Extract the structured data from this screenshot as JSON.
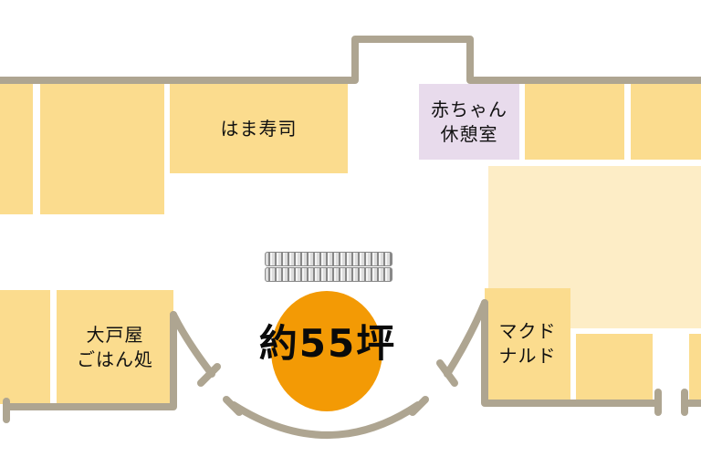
{
  "floor_map": {
    "colors": {
      "shop": "#fbdc8e",
      "shop_light": "#fdedc6",
      "facility": "#e8dbec",
      "wall": "#aea591",
      "highlight_area": "#f39a05"
    },
    "rooms": [
      {
        "id": "shop-far-left-top",
        "label": ""
      },
      {
        "id": "shop-left-top",
        "label": ""
      },
      {
        "id": "hama-sushi",
        "label": "はま寿司"
      },
      {
        "id": "baby-room",
        "label": "赤ちゃん\n休憩室"
      },
      {
        "id": "shop-right-top-1",
        "label": ""
      },
      {
        "id": "shop-right-top-2",
        "label": ""
      },
      {
        "id": "shop-right-large",
        "label": ""
      },
      {
        "id": "shop-far-left-bottom",
        "label": ""
      },
      {
        "id": "ootoya",
        "label": "大戸屋\nごはん処"
      },
      {
        "id": "mcdonalds",
        "label": "マクド\nナルド"
      },
      {
        "id": "shop-right-bottom-1",
        "label": ""
      },
      {
        "id": "shop-right-bottom-2",
        "label": ""
      }
    ],
    "highlight": {
      "label": "約55坪",
      "icon": "escalator-icon"
    }
  }
}
